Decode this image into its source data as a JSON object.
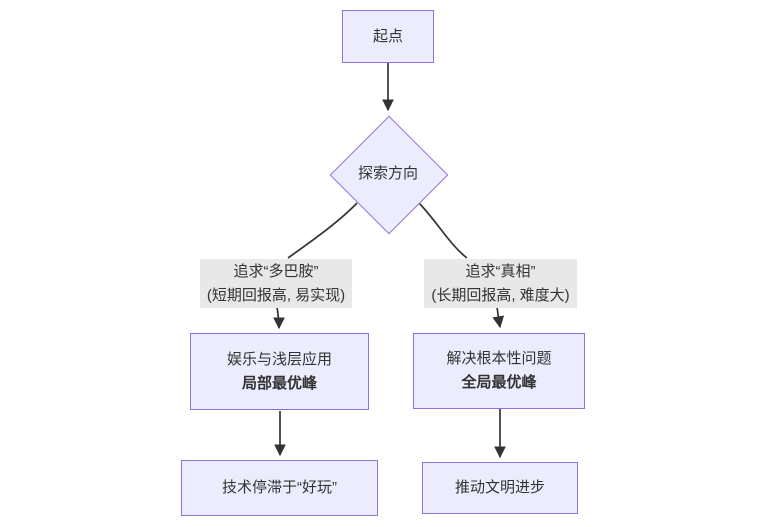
{
  "flowchart": {
    "nodes": {
      "start": {
        "label": "起点"
      },
      "decision": {
        "label": "探索方向"
      },
      "dopamine_path": {
        "line1": "娱乐与浅层应用",
        "line2": "局部最优峰"
      },
      "truth_path": {
        "line1": "解决根本性问题",
        "line2": "全局最优峰"
      },
      "dopamine_outcome": {
        "label": "技术停滞于“好玩”"
      },
      "truth_outcome": {
        "label": "推动文明进步"
      }
    },
    "edge_labels": {
      "dopamine": {
        "line1": "追求“多巴胺”",
        "line2": "(短期回报高, 易实现)"
      },
      "truth": {
        "line1": "追求“真相”",
        "line2": "(长期回报高, 难度大)"
      }
    },
    "colors": {
      "node_fill": "#ECECFF",
      "node_border": "#9370DB",
      "line": "#333333",
      "edge_label_bg": "#E8E8E8",
      "text": "#333333",
      "background": "#FFFFFF"
    }
  }
}
